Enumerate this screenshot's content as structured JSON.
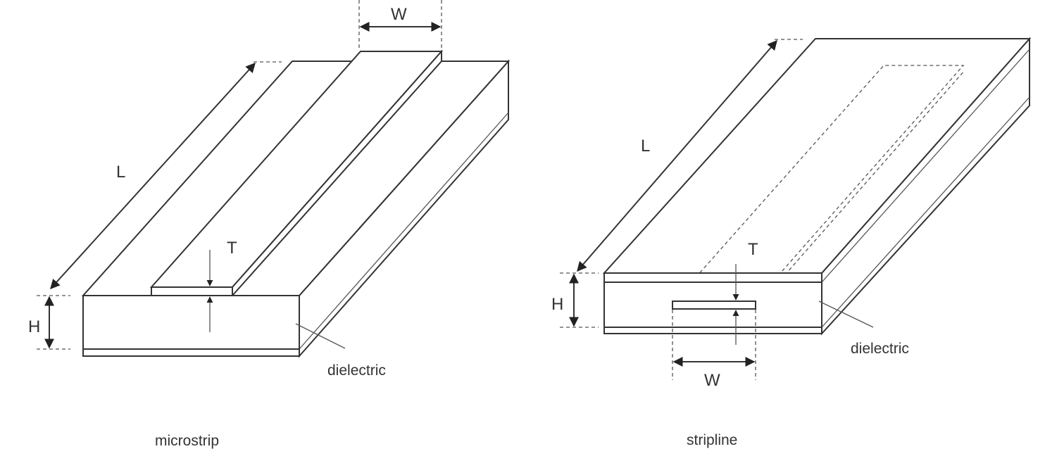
{
  "microstrip": {
    "caption": "microstrip",
    "labels": {
      "width": "W",
      "length": "L",
      "thickness": "T",
      "height": "H",
      "material": "dielectric"
    }
  },
  "stripline": {
    "caption": "stripline",
    "labels": {
      "width": "W",
      "length": "L",
      "thickness": "T",
      "height": "H",
      "material": "dielectric"
    }
  }
}
